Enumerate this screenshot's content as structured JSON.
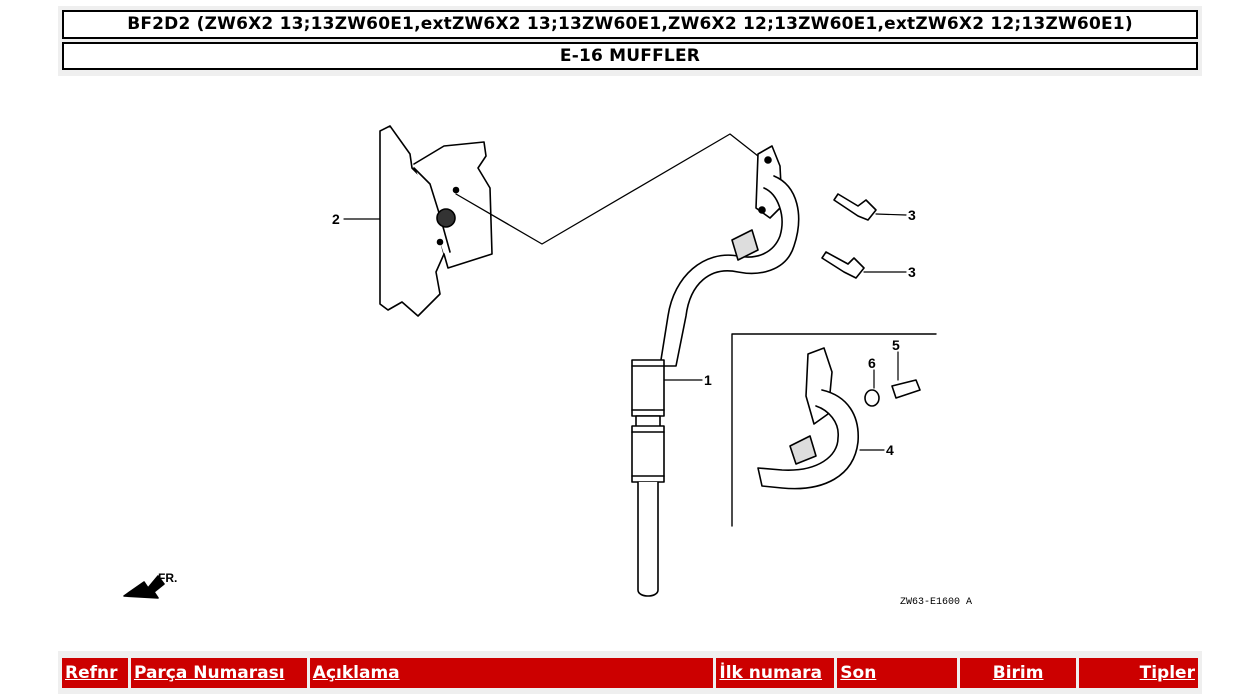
{
  "header": {
    "model": "BF2D2 (ZW6X2 13;13ZW60E1,extZW6X2 13;13ZW60E1,ZW6X2 12;13ZW60E1,extZW6X2 12;13ZW60E1)",
    "section": "E-16 MUFFLER"
  },
  "diagram": {
    "callouts": [
      "1",
      "2",
      "3",
      "3",
      "4",
      "5",
      "6"
    ],
    "direction_label": "FR.",
    "drawing_code": "ZW63-E1600 A"
  },
  "table": {
    "columns": [
      "Refnr",
      "Parça Numarası",
      "Açıklama",
      "İlk numara",
      "Son",
      "Birim",
      "Tipler"
    ]
  },
  "colors": {
    "header_bar": "#cc0000",
    "frame": "#efefef"
  }
}
